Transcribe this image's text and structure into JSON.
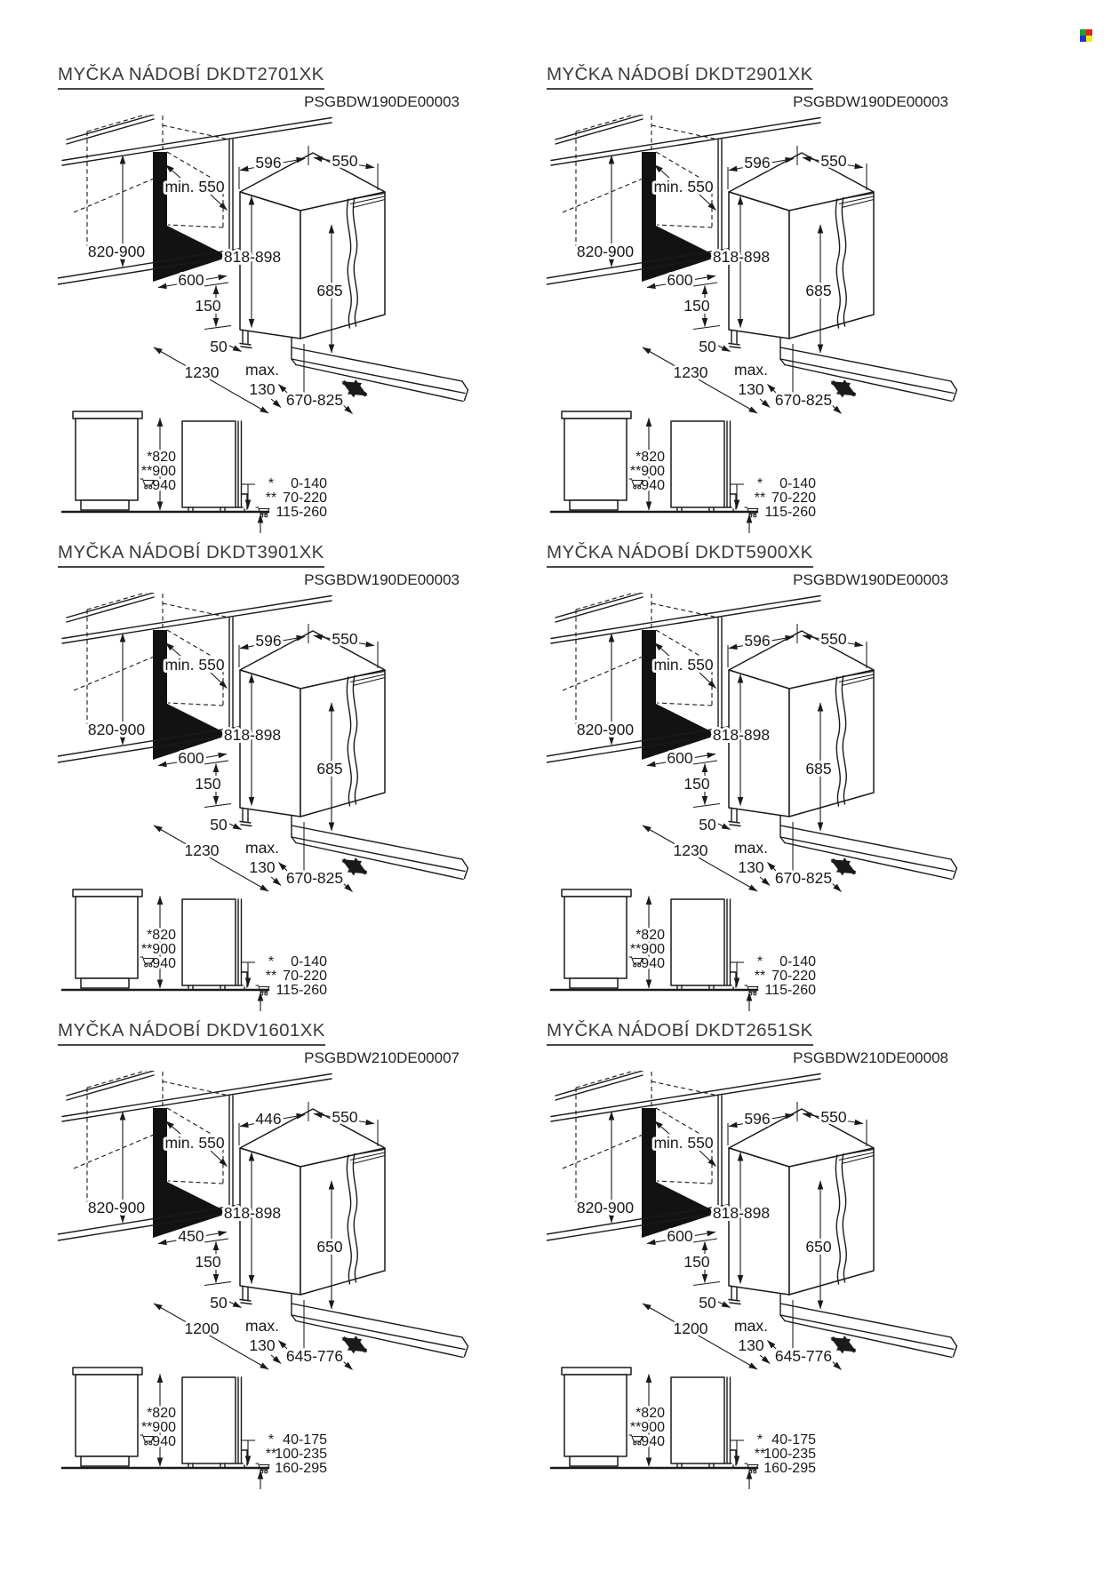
{
  "page": {
    "icon_colors": [
      "#1fa02e",
      "#e02222",
      "#2233cc",
      "#f0ea18"
    ]
  },
  "panels": [
    {
      "title": "MYČKA NÁDOBÍ DKDT2701XK",
      "code": "PSGBDW190DE00003",
      "dims": {
        "counter_height": "820-900",
        "niche_depth": "min. 550",
        "width": "596",
        "depth": "550",
        "height_range": "818-898",
        "door_height": "685",
        "niche_width": "600",
        "toe_kick": "150",
        "gap": "50",
        "floor_width": "1230",
        "max_word": "max.",
        "max_value": "130",
        "plinth_range": "670-825"
      },
      "side": {
        "h1": "*820",
        "h2": "**900",
        "h3": "940",
        "m1": "*",
        "m2": "**",
        "v1": "0-140",
        "v2": "70-220",
        "v3": "115-260"
      }
    },
    {
      "title": "MYČKA NÁDOBÍ DKDT2901XK",
      "code": "PSGBDW190DE00003",
      "dims": {
        "counter_height": "820-900",
        "niche_depth": "min. 550",
        "width": "596",
        "depth": "550",
        "height_range": "818-898",
        "door_height": "685",
        "niche_width": "600",
        "toe_kick": "150",
        "gap": "50",
        "floor_width": "1230",
        "max_word": "max.",
        "max_value": "130",
        "plinth_range": "670-825"
      },
      "side": {
        "h1": "*820",
        "h2": "**900",
        "h3": "940",
        "m1": "*",
        "m2": "**",
        "v1": "0-140",
        "v2": "70-220",
        "v3": "115-260"
      }
    },
    {
      "title": "MYČKA NÁDOBÍ DKDT3901XK",
      "code": "PSGBDW190DE00003",
      "dims": {
        "counter_height": "820-900",
        "niche_depth": "min. 550",
        "width": "596",
        "depth": "550",
        "height_range": "818-898",
        "door_height": "685",
        "niche_width": "600",
        "toe_kick": "150",
        "gap": "50",
        "floor_width": "1230",
        "max_word": "max.",
        "max_value": "130",
        "plinth_range": "670-825"
      },
      "side": {
        "h1": "*820",
        "h2": "**900",
        "h3": "940",
        "m1": "*",
        "m2": "**",
        "v1": "0-140",
        "v2": "70-220",
        "v3": "115-260"
      }
    },
    {
      "title": "MYČKA NÁDOBÍ DKDT5900XK",
      "code": "PSGBDW190DE00003",
      "dims": {
        "counter_height": "820-900",
        "niche_depth": "min. 550",
        "width": "596",
        "depth": "550",
        "height_range": "818-898",
        "door_height": "685",
        "niche_width": "600",
        "toe_kick": "150",
        "gap": "50",
        "floor_width": "1230",
        "max_word": "max.",
        "max_value": "130",
        "plinth_range": "670-825"
      },
      "side": {
        "h1": "*820",
        "h2": "**900",
        "h3": "940",
        "m1": "*",
        "m2": "**",
        "v1": "0-140",
        "v2": "70-220",
        "v3": "115-260"
      }
    },
    {
      "title": "MYČKA NÁDOBÍ DKDV1601XK",
      "code": "PSGBDW210DE00007",
      "dims": {
        "counter_height": "820-900",
        "niche_depth": "min. 550",
        "width": "446",
        "depth": "550",
        "height_range": "818-898",
        "door_height": "650",
        "niche_width": "450",
        "toe_kick": "150",
        "gap": "50",
        "floor_width": "1200",
        "max_word": "max.",
        "max_value": "130",
        "plinth_range": "645-776"
      },
      "side": {
        "h1": "*820",
        "h2": "**900",
        "h3": "940",
        "m1": "*",
        "m2": "**",
        "v1": "40-175",
        "v2": "100-235",
        "v3": "160-295"
      }
    },
    {
      "title": "MYČKA NÁDOBÍ DKDT2651SK",
      "code": "PSGBDW210DE00008",
      "dims": {
        "counter_height": "820-900",
        "niche_depth": "min. 550",
        "width": "596",
        "depth": "550",
        "height_range": "818-898",
        "door_height": "650",
        "niche_width": "600",
        "toe_kick": "150",
        "gap": "50",
        "floor_width": "1200",
        "max_word": "max.",
        "max_value": "130",
        "plinth_range": "645-776"
      },
      "side": {
        "h1": "*820",
        "h2": "**900",
        "h3": "940",
        "m1": "*",
        "m2": "**",
        "v1": "40-175",
        "v2": "100-235",
        "v3": "160-295"
      }
    }
  ]
}
